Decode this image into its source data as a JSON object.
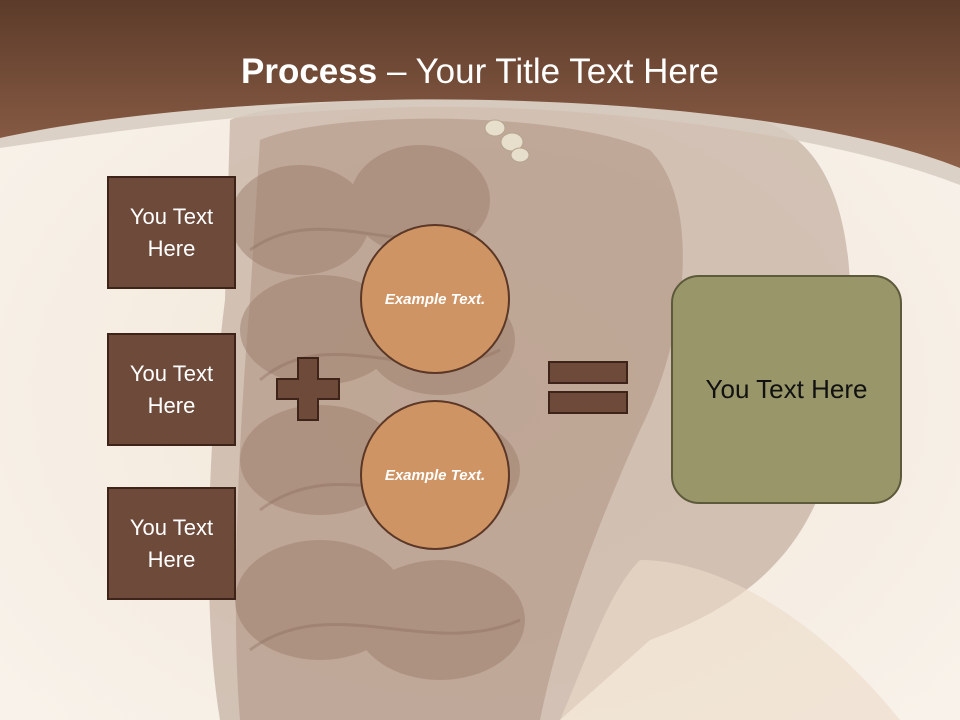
{
  "title": {
    "bold": "Process",
    "rest": " – Your Title Text Here"
  },
  "left_boxes": [
    "You Text Here",
    "You Text Here",
    "You Text Here"
  ],
  "circles": [
    "Example Text.",
    "Example Text."
  ],
  "result_box": "You Text Here",
  "icons": {
    "plus": "plus-icon",
    "equals": "equals-icon"
  },
  "colors": {
    "header": "#7a4f3a",
    "box": "#6e4a3a",
    "circle": "#cf9464",
    "result": "#999769"
  }
}
